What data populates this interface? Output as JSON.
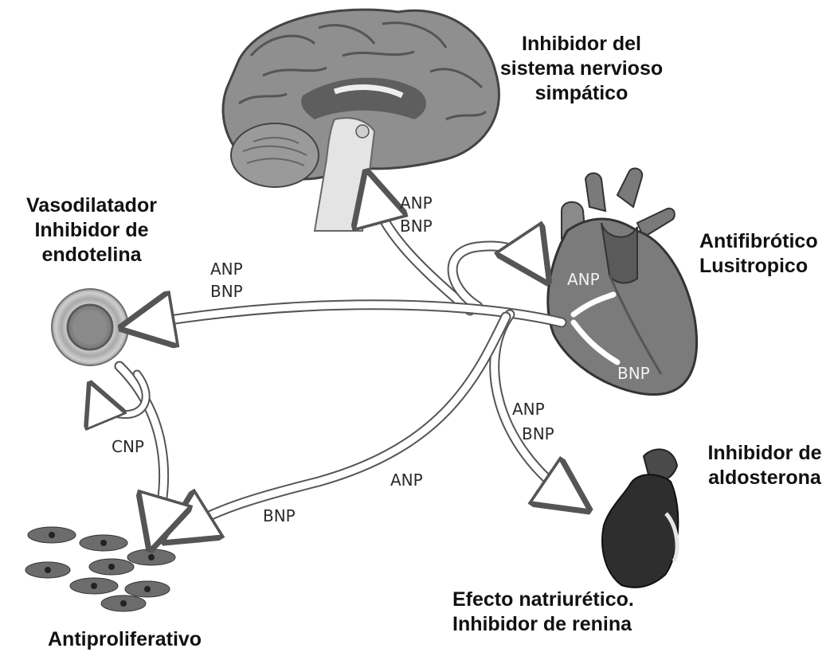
{
  "organs": {
    "brain": {
      "caption": [
        "Inhibidor del",
        "sistema nervioso",
        "simpático"
      ]
    },
    "heart": {
      "caption": [
        "Antifibrótico",
        "Lusitropico"
      ],
      "labels": [
        "ANP",
        "BNP"
      ]
    },
    "vessel": {
      "caption": [
        "Vasodilatador",
        "Inhibidor de",
        "endotelina"
      ]
    },
    "kidney": {
      "caption": [
        "Inhibidor de",
        "aldosterona"
      ]
    },
    "renal_effect": {
      "caption": [
        "Efecto natriurético.",
        "Inhibidor de renina"
      ]
    },
    "cells": {
      "caption": "Antiproliferativo"
    }
  },
  "arrows": {
    "to_brain": [
      "ANP",
      "BNP"
    ],
    "to_vessel": [
      "ANP",
      "BNP"
    ],
    "to_kidney": [
      "ANP",
      "BNP"
    ],
    "vessel_to_cells": "CNP",
    "to_cells": [
      "ANP",
      "BNP"
    ]
  }
}
